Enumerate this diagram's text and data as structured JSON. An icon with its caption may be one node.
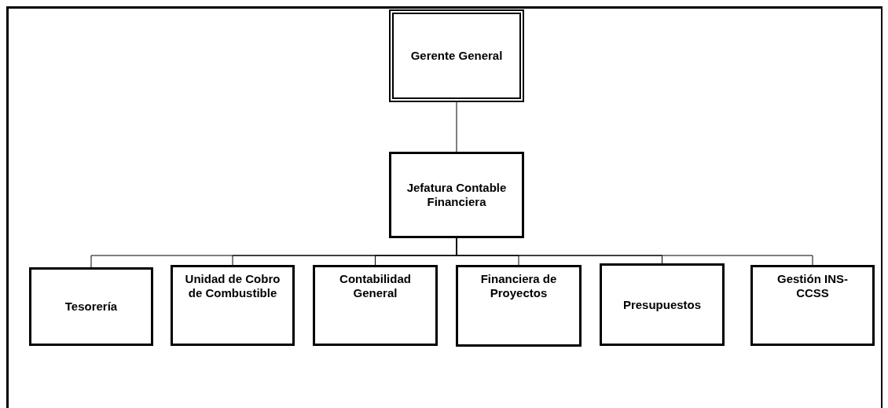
{
  "diagram": {
    "nodes": [
      {
        "text": [
          "Gerente General"
        ]
      },
      {
        "text": [
          "Jefatura Contable Financiera"
        ]
      },
      {
        "text": [
          "Tesorería"
        ]
      },
      {
        "text": [
          "Unidad de Cobro de Combustible"
        ]
      },
      {
        "text": [
          "Contabilidad General"
        ]
      },
      {
        "text": [
          "Financiera de Proyectos"
        ]
      },
      {
        "text": [
          "Presupuestos"
        ]
      },
      {
        "text": [
          "Gestión INS-CCSS"
        ]
      }
    ],
    "edges": [
      {
        "from": 0,
        "to": 1,
        "arrow": "none"
      },
      {
        "from": 1,
        "to": 2,
        "arrow": "none"
      },
      {
        "from": 1,
        "to": 3,
        "arrow": "none"
      },
      {
        "from": 1,
        "to": 4,
        "arrow": "none"
      },
      {
        "from": 1,
        "to": 5,
        "arrow": "none"
      },
      {
        "from": 1,
        "to": 6,
        "arrow": "none"
      },
      {
        "from": 1,
        "to": 7,
        "arrow": "none"
      }
    ]
  }
}
